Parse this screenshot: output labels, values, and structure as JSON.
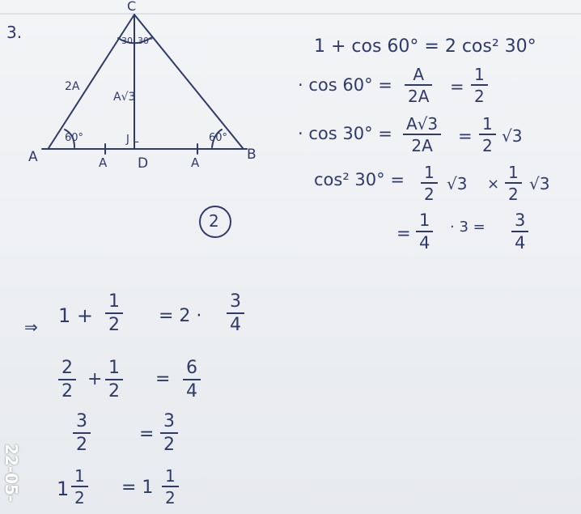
{
  "page": {
    "problem_number": "3.",
    "stamp": "22-05-"
  },
  "diagram": {
    "vertices": {
      "top": "C",
      "left": "A",
      "right": "B",
      "foot": "D"
    },
    "angles": {
      "apex_left": "30",
      "apex_right": "30°",
      "base_left": "60°",
      "base_right": "60°"
    },
    "side_labels": {
      "left_side": "2A",
      "altitude": "A√3",
      "left_half": "A",
      "right_half": "A"
    },
    "right_angle_marks": "J L",
    "circled_number": "2"
  },
  "right_work": {
    "line1": "1 + cos 60° = 2 cos² 30°",
    "line2_prefix": "· cos 60° =",
    "line2_num": "A",
    "line2_den": "2A",
    "line2_eq": "=",
    "line2_res_num": "1",
    "line2_res_den": "2",
    "line3_prefix": "· cos 30° =",
    "line3_num": "A√3",
    "line3_den": "2A",
    "line3_eq": "=",
    "line3_res_num": "1",
    "line3_res_den": "2",
    "line3_tail": "√3",
    "line4_prefix": "cos² 30° =",
    "line4_a_num": "1",
    "line4_a_den": "2",
    "line4_a_tail": "√3",
    "line4_times": "×",
    "line4_b_num": "1",
    "line4_b_den": "2",
    "line4_b_tail": "√3",
    "line5_eq": "=",
    "line5_num": "1",
    "line5_den": "4",
    "line5_mid": "· 3 =",
    "line5_res_num": "3",
    "line5_res_den": "4"
  },
  "left_work": {
    "arrow": "⇒",
    "l1_prefix": "1 +",
    "l1_num": "1",
    "l1_den": "2",
    "l1_eq": "= 2 ·",
    "l1_res_num": "3",
    "l1_res_den": "4",
    "l2_a_num": "2",
    "l2_a_den": "2",
    "l2_plus": "+",
    "l2_b_num": "1",
    "l2_b_den": "2",
    "l2_eq": "=",
    "l2_res_num": "6",
    "l2_res_den": "4",
    "l3_num": "3",
    "l3_den": "2",
    "l3_eq": "=",
    "l3_res_num": "3",
    "l3_res_den": "2",
    "l4_whole": "1",
    "l4_num": "1",
    "l4_den": "2",
    "l4_eq": "= 1",
    "l4_res_num": "1",
    "l4_res_den": "2"
  }
}
